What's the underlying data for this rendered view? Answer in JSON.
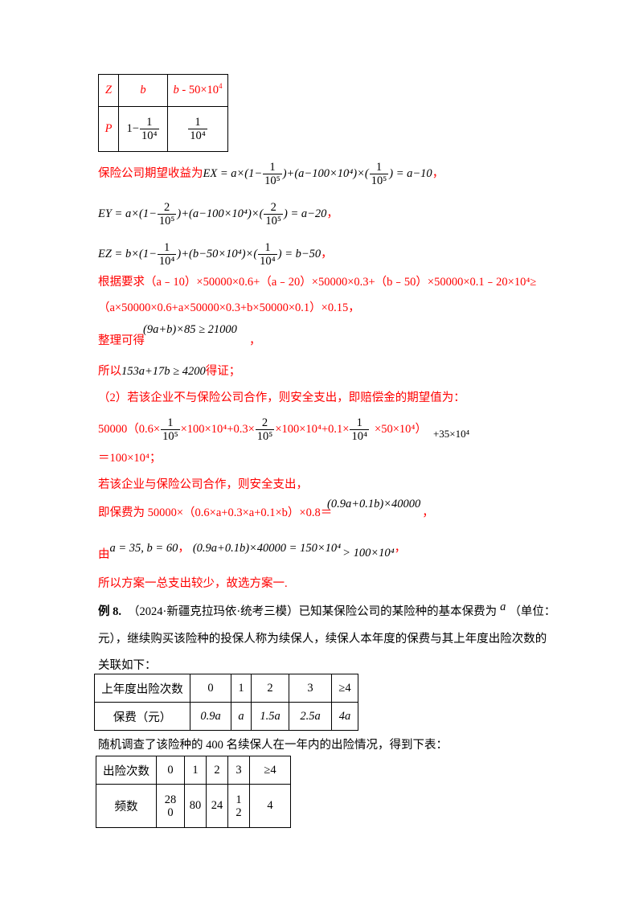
{
  "table_z": {
    "rows": [
      [
        "Z",
        "b",
        "b - 50×10⁴"
      ],
      [
        "P",
        "1−1/10⁴",
        "1/10⁴"
      ]
    ],
    "p_col1_prefix": "1−",
    "frac_num": "1",
    "frac_den": "10⁴"
  },
  "lines": {
    "ex_prefix": "保险公司期望收益为",
    "ex_formula_a": "EX = a×(1−",
    "ex_formula_b": ")+(a−100×10⁴)×(",
    "ex_formula_c": ") = a−10",
    "ex_frac_den": "10⁵",
    "ey_formula_a": "EY = a×(1−",
    "ey_formula_b": ")+(a−100×10⁴)×(",
    "ey_formula_c": ") = a−20",
    "ey_frac_num": "2",
    "ez_formula_a": "EZ = b×(1−",
    "ez_formula_b": ")+(b−50×10⁴)×(",
    "ez_formula_c": ") = b−50",
    "comma": "，",
    "req1": "根据要求（a﹣10）×50000×0.6+（a﹣20）×50000×0.3+（b﹣50）×50000×0.1﹣20×10⁴≥",
    "req2": "（a×50000×0.6+a×50000×0.3+b×50000×0.1）×0.15，",
    "simplify_label": "整理可得",
    "simplify_formula": "(9a+b)×85 ≥ 21000",
    "prove_label": "所以",
    "prove_formula": "153a+17b ≥ 4200",
    "prove_suffix": "得证；",
    "part2": "（2）若该企业不与保险公司合作，则安全支出，即赔偿金的期望值为：",
    "exp_a": "50000（0.6×",
    "exp_b": "×100×10⁴+0.3×",
    "exp_c": "×100×10⁴+0.1×",
    "exp_d": "×50×10⁴）",
    "exp_e": "+35×10⁴",
    "result1": "＝100×10⁴；",
    "coop": "若该企业与保险公司合作，则安全支出，",
    "premium_label": "即保费为 50000×（0.6×a+0.3×a+0.1×b）×0.8＝",
    "premium_formula": "(0.9a+0.1b)×40000",
    "by_label": "由",
    "by_formula1": "a = 35, b = 60",
    "by_formula2": "(0.9a+0.1b)×40000 = 150×10⁴",
    "by_formula3": "> 100×10⁴",
    "conclusion": "所以方案一总支出较少，故选方案一."
  },
  "example": {
    "label": "例 8.",
    "p1": "（2024·新疆克拉玛依·统考三模）已知某保险公司的某险种的基本保费为",
    "p1_var": "a",
    "p1_end": "（单位：",
    "p2": "元），继续购买该险种的投保人称为续保人，续保人本年度的保费与其上年度出险次数的",
    "p3": "关联如下："
  },
  "table_premium": {
    "headers": [
      "上年度出险次数",
      "0",
      "1",
      "2",
      "3",
      "≥4"
    ],
    "row": [
      "保费（元）",
      "0.9a",
      "a",
      "1.5a",
      "2.5a",
      "4a"
    ]
  },
  "survey_text": "随机调查了该险种的 400 名续保人在一年内的出险情况，得到下表：",
  "table_freq": {
    "headers": [
      "出险次数",
      "0",
      "1",
      "2",
      "3",
      "≥4"
    ],
    "row": [
      "频数",
      "28\n0",
      "80",
      "24",
      "1\n2",
      "4"
    ],
    "c0_top": "28",
    "c0_bot": "0",
    "c3_top": "1",
    "c3_bot": "2"
  }
}
